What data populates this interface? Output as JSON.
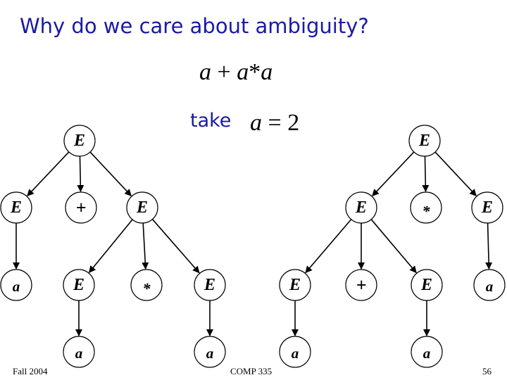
{
  "slide": {
    "title": "Why do we care about ambiguity?",
    "expression": {
      "a1": "a",
      "plus": "+",
      "a2": "a",
      "star": "*",
      "a3": "a"
    },
    "take": {
      "word": "take",
      "var": "a",
      "eq": "=",
      "val": "2"
    }
  },
  "trees": [
    {
      "nodes": [
        {
          "id": "l0",
          "label": "E"
        },
        {
          "id": "l1",
          "label": "E"
        },
        {
          "id": "l2",
          "label": "+"
        },
        {
          "id": "l3",
          "label": "E"
        },
        {
          "id": "l4",
          "label": "a"
        },
        {
          "id": "l5",
          "label": "E"
        },
        {
          "id": "l6",
          "label": "*"
        },
        {
          "id": "l7",
          "label": "E"
        },
        {
          "id": "l8",
          "label": "a"
        },
        {
          "id": "l9",
          "label": "a"
        }
      ],
      "edges": [
        [
          "l0",
          "l1"
        ],
        [
          "l0",
          "l2"
        ],
        [
          "l0",
          "l3"
        ],
        [
          "l1",
          "l4"
        ],
        [
          "l3",
          "l5"
        ],
        [
          "l3",
          "l6"
        ],
        [
          "l3",
          "l7"
        ],
        [
          "l5",
          "l8"
        ],
        [
          "l7",
          "l9"
        ]
      ]
    },
    {
      "nodes": [
        {
          "id": "r0",
          "label": "E"
        },
        {
          "id": "r1",
          "label": "E"
        },
        {
          "id": "r2",
          "label": "*"
        },
        {
          "id": "r3",
          "label": "E"
        },
        {
          "id": "r4",
          "label": "E"
        },
        {
          "id": "r5",
          "label": "+"
        },
        {
          "id": "r6",
          "label": "E"
        },
        {
          "id": "r7",
          "label": "a"
        },
        {
          "id": "r8",
          "label": "a"
        },
        {
          "id": "r9",
          "label": "a"
        }
      ],
      "edges": [
        [
          "r0",
          "r1"
        ],
        [
          "r0",
          "r2"
        ],
        [
          "r0",
          "r3"
        ],
        [
          "r1",
          "r4"
        ],
        [
          "r1",
          "r5"
        ],
        [
          "r1",
          "r6"
        ],
        [
          "r3",
          "r7"
        ],
        [
          "r4",
          "r8"
        ],
        [
          "r6",
          "r9"
        ]
      ]
    }
  ],
  "footer": {
    "left": "Fall 2004",
    "center": "COMP 335",
    "right": "56"
  }
}
